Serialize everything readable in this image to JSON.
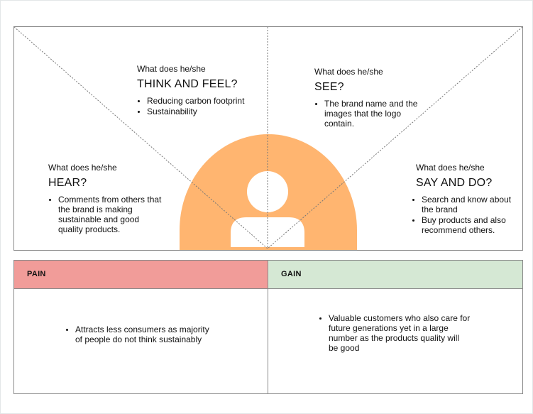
{
  "empathy_map": {
    "think_feel": {
      "label": "What does he/she",
      "title": "THINK AND FEEL?",
      "items": [
        "Reducing carbon footprint",
        "Sustainability"
      ]
    },
    "see": {
      "label": "What does he/she",
      "title": "SEE?",
      "items": [
        "The brand name and the images that the logo contain."
      ]
    },
    "hear": {
      "label": "What does he/she",
      "title": "HEAR?",
      "items": [
        "Comments from others that the brand is making sustainable and good quality products."
      ]
    },
    "say_do": {
      "label": "What does he/she",
      "title": "SAY AND DO?",
      "items": [
        "Search and know about the brand",
        "Buy products and also recommend others."
      ]
    }
  },
  "pain_gain": {
    "pain": {
      "title": "PAIN",
      "items": [
        "Attracts less consumers as majority of people do not think sustainably"
      ]
    },
    "gain": {
      "title": "GAIN",
      "items": [
        "Valuable customers who also care for future generations yet in a large number as the products quality will be good"
      ]
    }
  },
  "colors": {
    "person_fill": "#ffb570",
    "pain_header": "#f19c99",
    "gain_header": "#d5e8d4",
    "border": "#8a8a8a"
  },
  "icons": [
    "user-avatar-icon"
  ]
}
